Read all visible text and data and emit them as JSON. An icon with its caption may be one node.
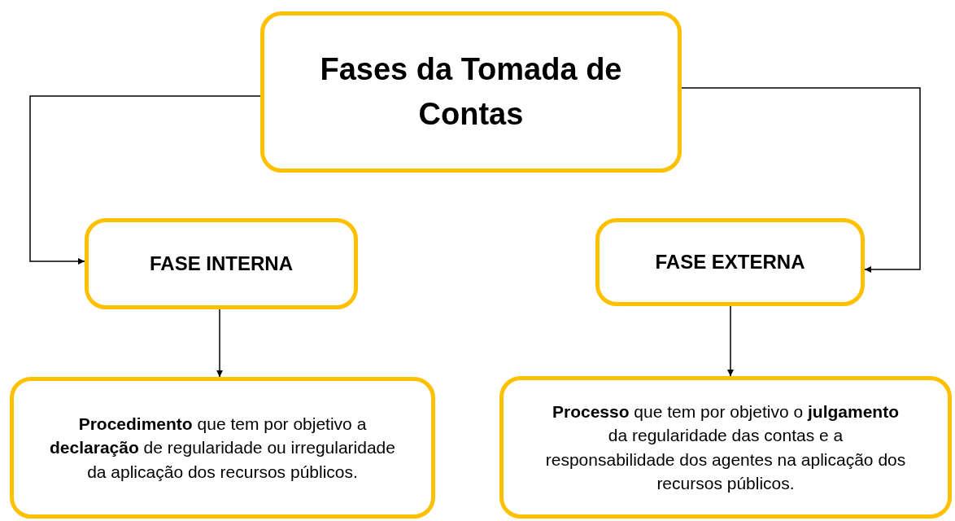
{
  "diagram": {
    "nodes": [
      {
        "text": [
          "Fases da Tomada de Contas"
        ]
      },
      {
        "text": [
          "FASE INTERNA"
        ]
      },
      {
        "text": [
          "FASE EXTERNA"
        ]
      },
      {
        "text": [
          "**Procedimento** que tem por objetivo a **declaração** de regularidade ou irregularidade da aplicação dos recursos públicos."
        ]
      },
      {
        "text": [
          "**Processo** que tem por objetivo o **julgamento** da regularidade das contas e a responsabilidade dos agentes na aplicação dos recursos públicos."
        ]
      }
    ],
    "edges": [
      {
        "from": 0,
        "to": 1,
        "arrow": "to"
      },
      {
        "from": 0,
        "to": 2,
        "arrow": "to"
      },
      {
        "from": 1,
        "to": 3,
        "arrow": "to"
      },
      {
        "from": 2,
        "to": 4,
        "arrow": "to"
      }
    ]
  }
}
